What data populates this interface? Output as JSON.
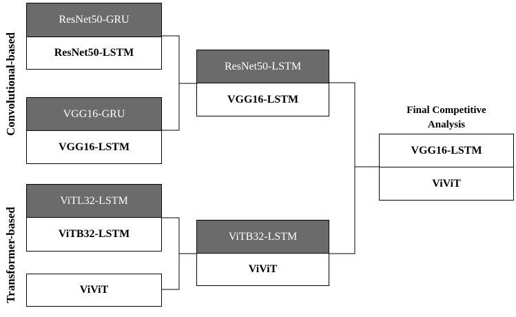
{
  "groups": {
    "convolutional": "Convolutional-based",
    "transformer": "Transformer-based"
  },
  "round1": {
    "conv_pair1": {
      "eliminated": "ResNet50-GRU",
      "winner": "ResNet50-LSTM"
    },
    "conv_pair2": {
      "eliminated": "VGG16-GRU",
      "winner": "VGG16-LSTM"
    },
    "trans_pair1": {
      "eliminated": "ViTL32-LSTM",
      "winner": "ViTB32-LSTM"
    },
    "trans_single": {
      "winner": "ViViT"
    }
  },
  "round2": {
    "conv": {
      "eliminated": "ResNet50-LSTM",
      "winner": "VGG16-LSTM"
    },
    "trans": {
      "eliminated": "ViTB32-LSTM",
      "winner": "ViViT"
    }
  },
  "final": {
    "title_line1": "Final Competitive",
    "title_line2": "Analysis",
    "entry1": "VGG16-LSTM",
    "entry2": "ViViT"
  },
  "colors": {
    "eliminated_fill": "#6b6b6b",
    "winner_fill": "#ffffff",
    "line": "#000000"
  }
}
